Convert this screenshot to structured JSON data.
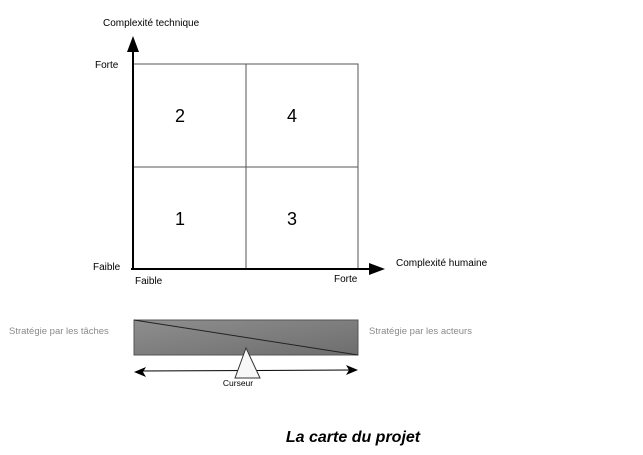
{
  "axes": {
    "y_label": "Complexité technique",
    "x_label": "Complexité humaine",
    "y_high": "Forte",
    "y_low": "Faible",
    "x_low": "Faible",
    "x_high": "Forte"
  },
  "quadrants": {
    "top_left": "2",
    "top_right": "4",
    "bottom_left": "1",
    "bottom_right": "3"
  },
  "slider": {
    "left_label": "Stratégie par les tâches",
    "right_label": "Stratégie par les acteurs",
    "cursor_label": "Curseur"
  },
  "title": "La carte du projet",
  "colors": {
    "bar": "#808080",
    "side_text": "#8a8a8a"
  }
}
